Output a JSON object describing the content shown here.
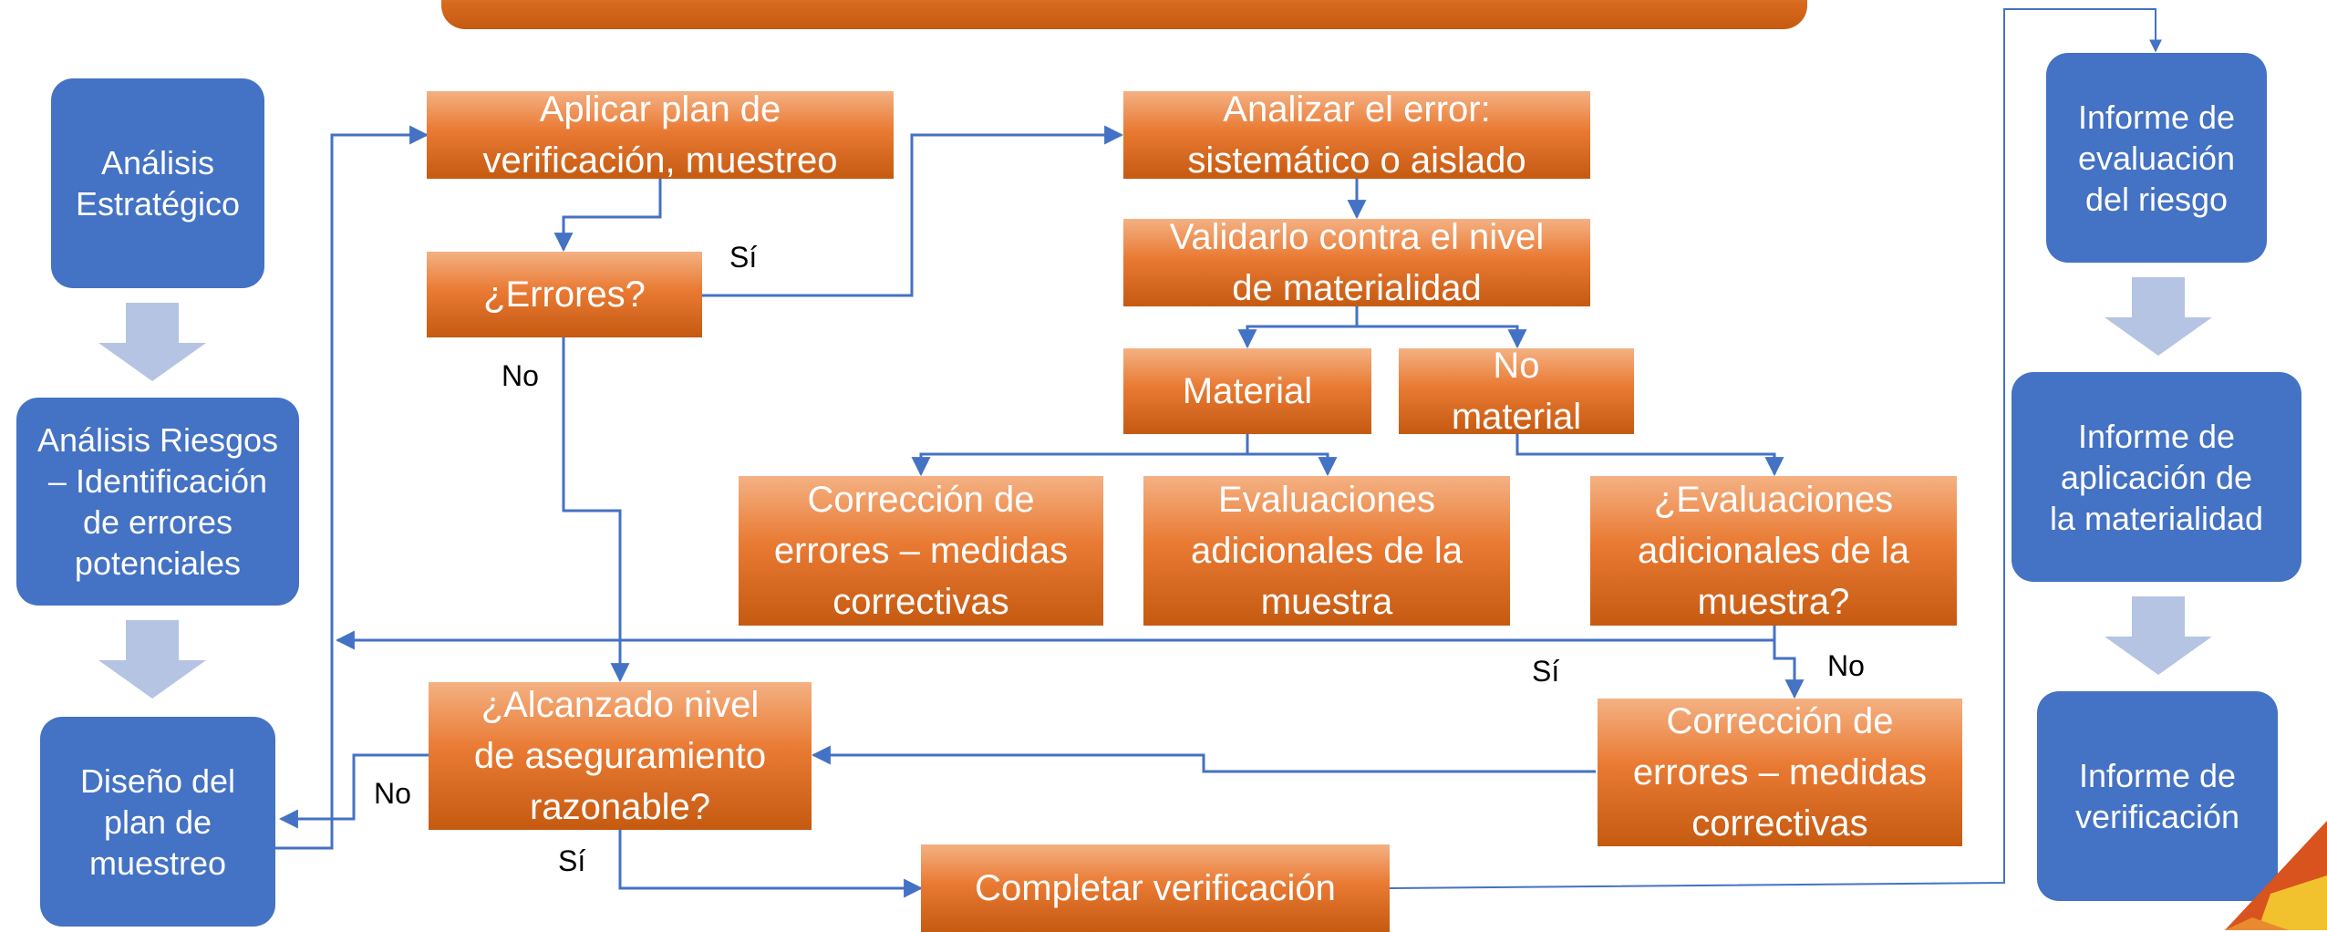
{
  "left_column": {
    "strategic": "Análisis\nEstratégico",
    "risks": "Análisis Riesgos\n– Identificación\nde errores\npotenciales",
    "design": "Diseño del\nplan de\nmuestreo"
  },
  "right_column": {
    "risk_report": "Informe de\nevaluación\ndel riesgo",
    "materiality_report": "Informe de\naplicación de\nla materialidad",
    "verification_report": "Informe de\nverificación"
  },
  "flow": {
    "apply_plan": "Aplicar plan de\nverificación, muestreo",
    "errors_question": "¿Errores?",
    "analyze_error": "Analizar el error:\nsistemático o aislado",
    "validate": "Validarlo contra el nivel\nde materialidad",
    "material": "Material",
    "not_material": "No\nmaterial",
    "correction_1": "Corrección de\nerrores – medidas\ncorrectivas",
    "additional_eval": "Evaluaciones\nadicionales de la\nmuestra",
    "additional_eval_q": "¿Evaluaciones\nadicionales de la\nmuestra?",
    "assurance_q": "¿Alcanzado nivel\nde aseguramiento\nrazonable?",
    "correction_2": "Corrección de\nerrores – medidas\ncorrectivas",
    "complete": "Completar verificación"
  },
  "labels": {
    "si_errors": "Sí",
    "no_errors": "No",
    "si_eval": "Sí",
    "no_eval": "No",
    "no_assurance": "No",
    "si_assurance": "Sí"
  },
  "colors": {
    "blue": "#4472C4",
    "orange": "#E97A33",
    "dark_orange": "#C55A11",
    "chevron": "#B4C4E2",
    "connector": "#4472C4"
  }
}
